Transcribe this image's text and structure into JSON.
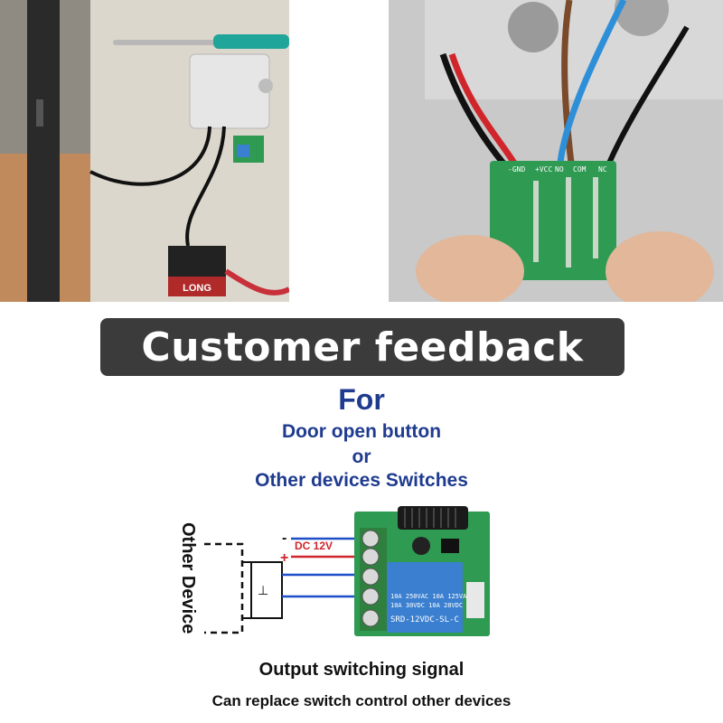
{
  "banner": {
    "text": "Customer feedback"
  },
  "heading": {
    "for": "For",
    "line1": "Door open button",
    "line2": "or",
    "line3": "Other devices Switches"
  },
  "diagram": {
    "other_device_label": "Other Device",
    "minus_label": "-",
    "plus_label": "+",
    "power_label": "DC 12V",
    "relay_spec_1": "10A 250VAC  10A 125VAC",
    "relay_spec_2": "10A 30VDC  10A 28VDC",
    "relay_model": "SRD-12VDC-SL-C",
    "output_label": "Output switching signal",
    "replace_label": "Can replace switch control other devices"
  },
  "photo_left": {
    "battery_brand": "LONG"
  },
  "photo_right": {
    "pcb_pin_labels": [
      "-GND",
      "+VCC",
      "NO",
      "COM",
      "NC"
    ]
  },
  "colors": {
    "banner_bg": "#3b3b3b",
    "heading_blue": "#1f3b8f",
    "wire_red": "#d0252b",
    "wire_blue": "#1e4fc9",
    "pcb_green": "#2e9a52",
    "relay_blue": "#3a7fd0"
  }
}
